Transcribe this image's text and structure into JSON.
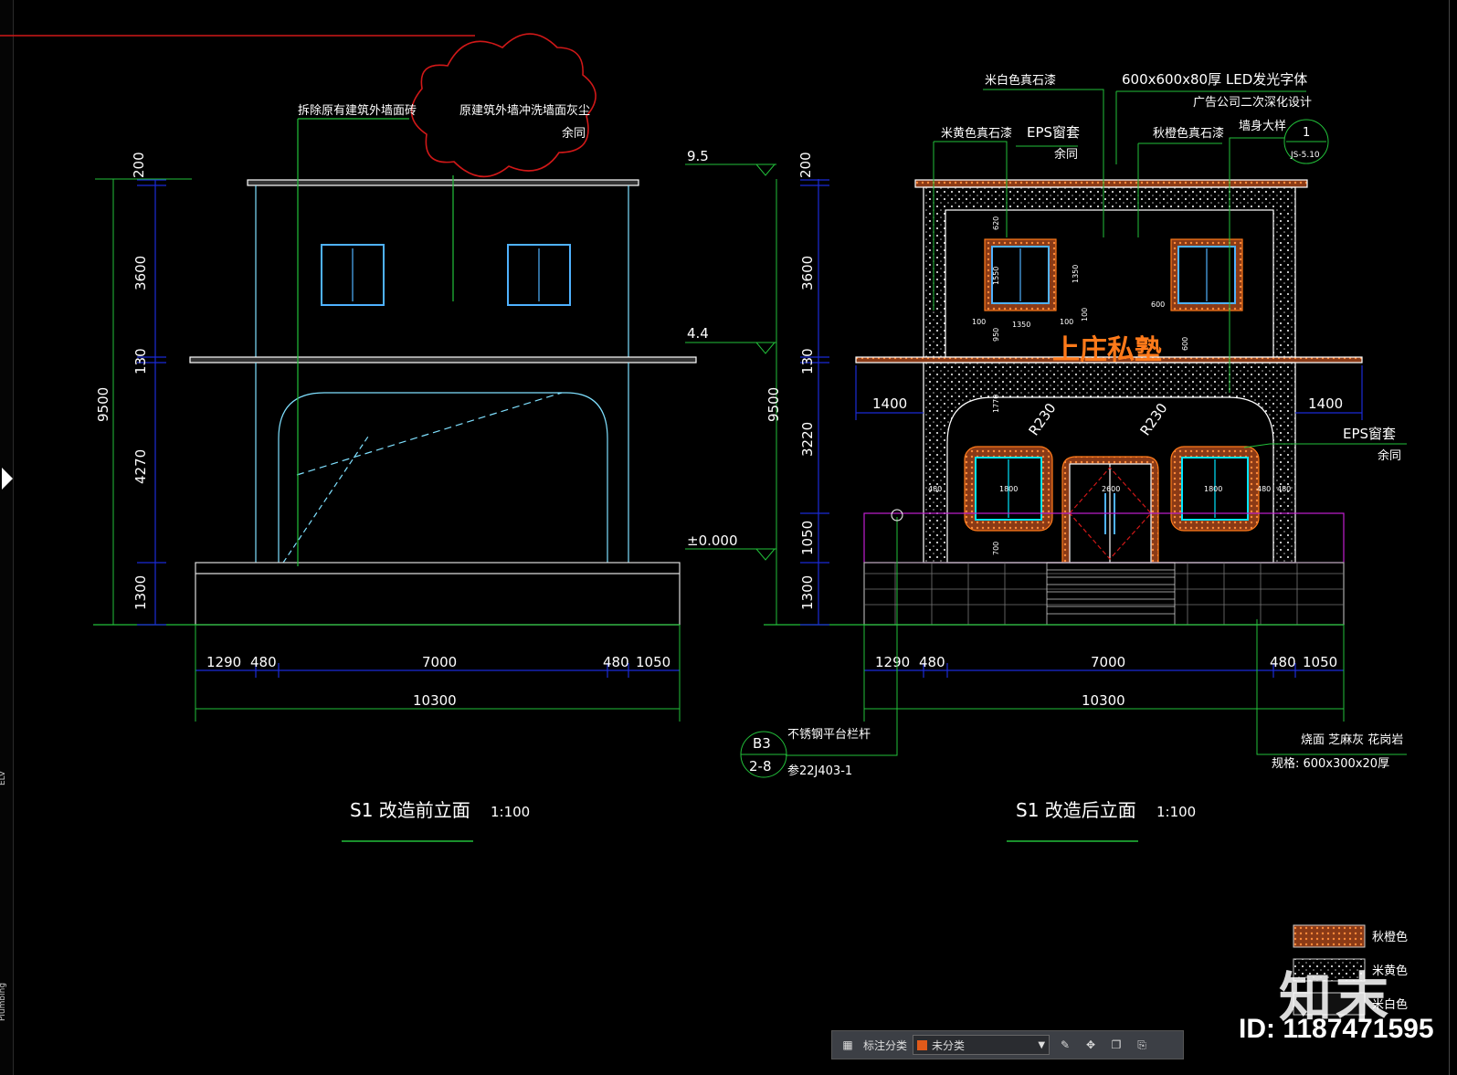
{
  "left_panel": {
    "labels": [
      "ELV",
      "Plumbing"
    ]
  },
  "elevation_before": {
    "title": "S1  改造前立面",
    "scale": "1:100",
    "notes": {
      "remove_brick": "拆除原有建筑外墙面砖",
      "clean_wall": "原建筑外墙冲洗墙面灰尘",
      "same": "余同"
    },
    "vertical_dims": [
      "200",
      "3600",
      "130",
      "4270",
      "1300"
    ],
    "total_height": "9500",
    "level_marks": [
      "9.5",
      "4.4",
      "±0.000"
    ],
    "horizontal_dims": [
      "1290",
      "480",
      "7000",
      "480",
      "1050"
    ],
    "total_width": "10300"
  },
  "elevation_after": {
    "title": "S1  改造后立面",
    "scale": "1:100",
    "notes": {
      "rice_white": "米白色真石漆",
      "led": "600x600x80厚  LED发光字体",
      "ad_design": "广告公司二次深化设计",
      "rice_yellow": "米黄色真石漆",
      "eps": "EPS窗套",
      "same": "余同",
      "orange": "秋橙色真石漆",
      "wall_detail": "墙身大样",
      "detail_no": "1",
      "detail_ref": "JS-5.10",
      "eps_right": "EPS窗套",
      "same_right": "余同",
      "railing": "不锈钢平台栏杆",
      "railing_ref": "参22J403-1",
      "callout_top": "B3",
      "callout_bottom": "2-8",
      "granite": "烧面  芝麻灰  花岗岩",
      "granite_spec": "规格: 600x300x20厚"
    },
    "sign_text": "上庄私塾",
    "vertical_dims": [
      "200",
      "3600",
      "130",
      "3220",
      "1050",
      "1300"
    ],
    "total_height": "9500",
    "side_dims": [
      "1400",
      "1400"
    ],
    "radius": [
      "R230",
      "R230"
    ],
    "window_dims": [
      "620",
      "1550",
      "950",
      "100",
      "1350",
      "100",
      "1350",
      "600",
      "100",
      "600",
      "1770",
      "480",
      "1800",
      "2600",
      "1800",
      "480",
      "480",
      "700"
    ],
    "horizontal_dims": [
      "1290",
      "480",
      "7000",
      "480",
      "1050"
    ],
    "total_width": "10300"
  },
  "legend": [
    "秋橙色",
    "米黄色",
    "米白色"
  ],
  "toolbar": {
    "label": "标注分类",
    "select_value": "未分类"
  },
  "watermark": {
    "logo": "知末",
    "id": "ID: 1187471595"
  },
  "colors": {
    "line_cyan": "#00e5ff",
    "line_green": "#22c03a",
    "line_blue": "#1a2bd6",
    "accent_orange": "#ff7a1a",
    "line_red": "#d01818"
  }
}
